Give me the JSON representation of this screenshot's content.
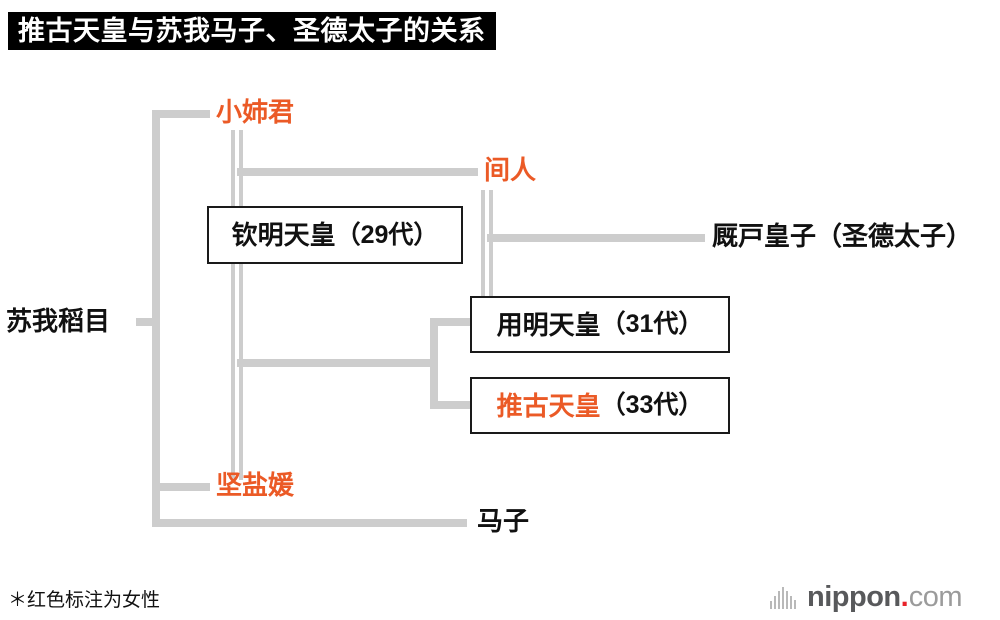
{
  "title": "推古天皇与苏我马子、圣德太子的关系",
  "footnote": "＊红色标注为女性",
  "colors": {
    "female": "#eb5a26",
    "male": "#111111",
    "connector": "#cdcdcd",
    "title_background": "#000000",
    "title_text": "#ffffff",
    "logo_red": "#e8232a"
  },
  "legend": {
    "female_note": "红色标注为女性"
  },
  "people": {
    "soga_no_iname": {
      "name": "苏我稻目",
      "gender": "male",
      "boxed": false
    },
    "oane_no_kimi": {
      "name": "小姉君",
      "gender": "female",
      "boxed": false
    },
    "kitashihime": {
      "name": "坚盐媛",
      "gender": "female",
      "boxed": false
    },
    "hashihito": {
      "name": "间人",
      "gender": "female",
      "boxed": false
    },
    "umako": {
      "name": "马子",
      "gender": "male",
      "boxed": false
    },
    "umayado": {
      "name": "厩戸皇子（圣德太子）",
      "gender": "male",
      "boxed": false
    },
    "kinmei": {
      "name": "钦明天皇",
      "generation": "（29代）",
      "gender": "male",
      "boxed": true
    },
    "yomei": {
      "name": "用明天皇",
      "generation": "（31代）",
      "gender": "male",
      "boxed": true
    },
    "suiko": {
      "name": "推古天皇",
      "generation": "（33代）",
      "gender": "female",
      "boxed": true
    }
  },
  "logo": {
    "brand": "nippon",
    "dot": ".",
    "tld": "com"
  }
}
